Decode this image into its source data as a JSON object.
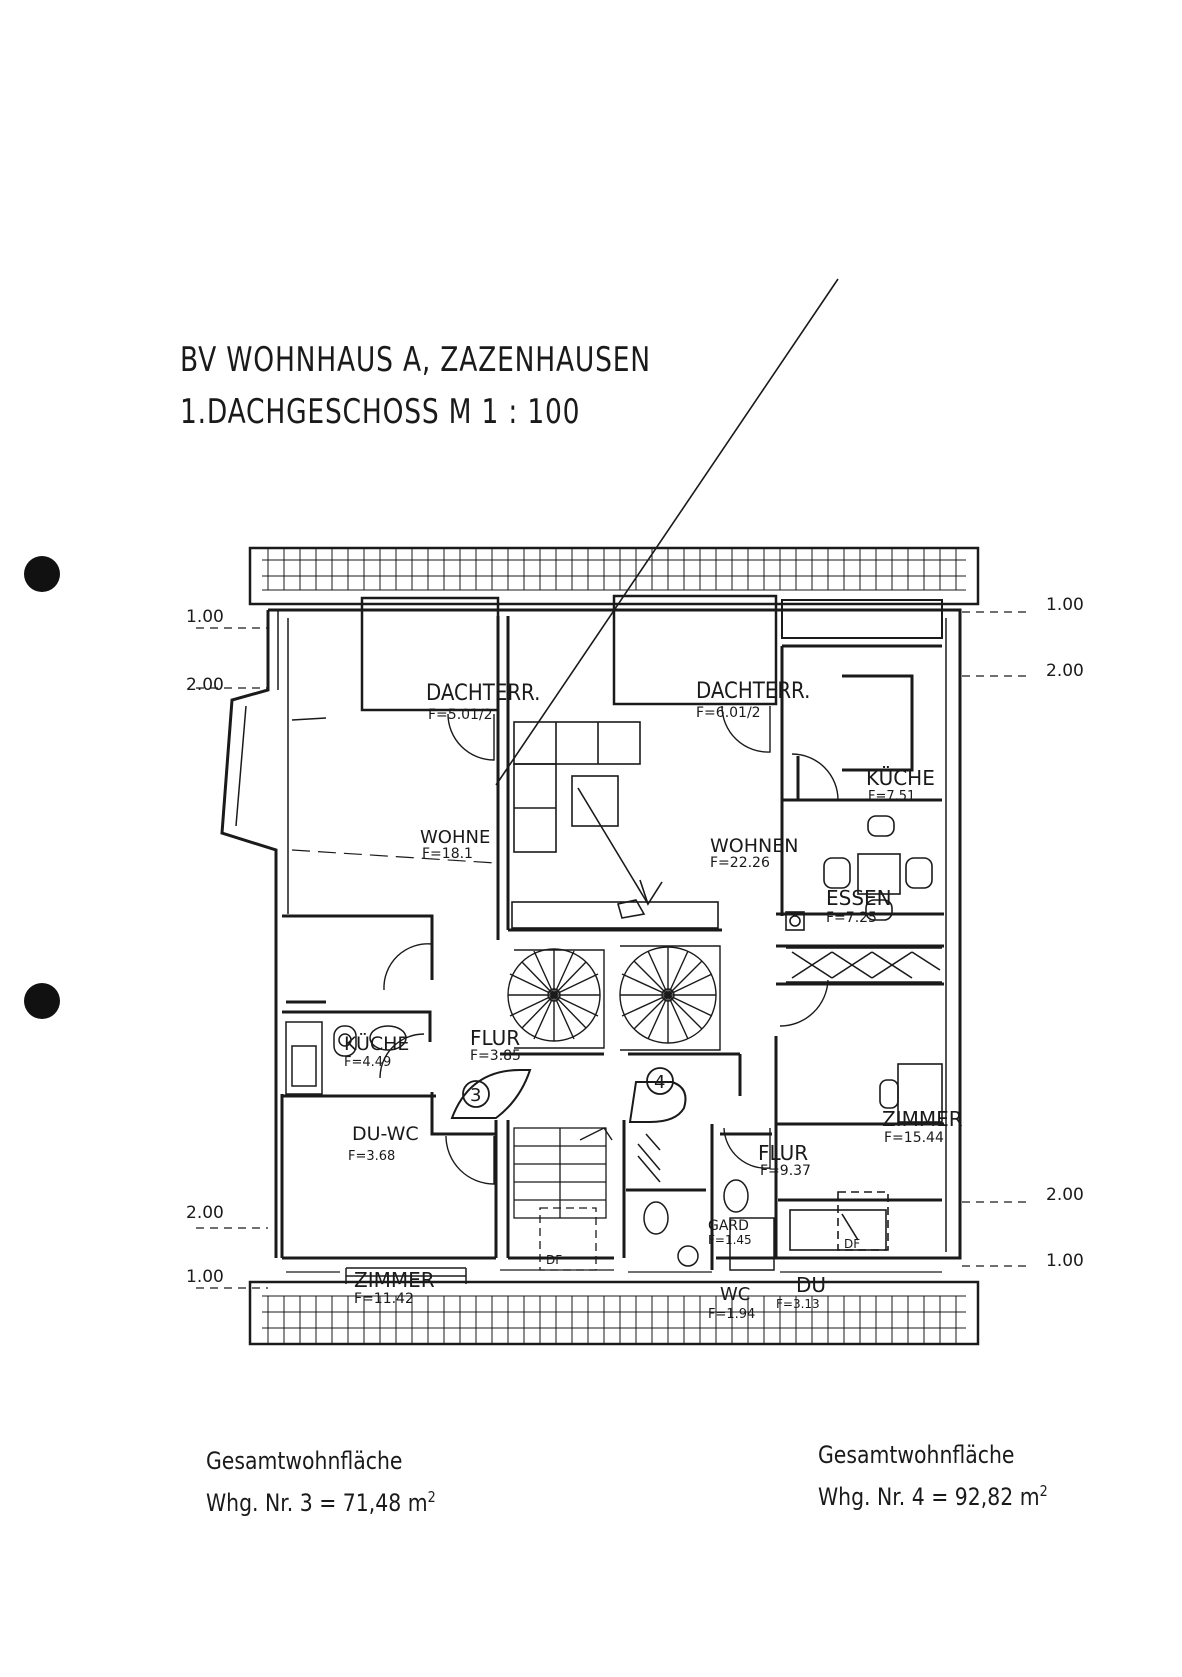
{
  "title": {
    "line1": "BV WOHNHAUS A, ZAZENHAUSEN",
    "line2": "1.DACHGESCHOSS  M 1 : 100"
  },
  "level_marks": {
    "left_top_100": "1.00",
    "left_top_200": "2.00",
    "left_bottom_200": "2.00",
    "left_bottom_100": "1.00",
    "right_top_100": "1.00",
    "right_top_200": "2.00",
    "right_bottom_200": "2.00",
    "right_bottom_100": "1.00"
  },
  "rooms": {
    "dachterr_left": {
      "name": "DACHTERR.",
      "area": "F=5.01/2"
    },
    "dachterr_right": {
      "name": "DACHTERR.",
      "area": "F=6.01/2"
    },
    "wohnen_left": {
      "name": "WOHNE",
      "area": "F=18.1"
    },
    "wohnen_right": {
      "name": "WOHNEN",
      "area": "F=22.26"
    },
    "kueche_right": {
      "name": "KÜCHE",
      "area": "F=7.51"
    },
    "essen": {
      "name": "ESSEN",
      "area": "F=7.25"
    },
    "kueche_left": {
      "name": "KÜCHE",
      "area": "F=4.49"
    },
    "flur_left": {
      "name": "FLUR",
      "area": "F=3.85"
    },
    "du_wc": {
      "name": "DU-WC",
      "area": "F=3.68"
    },
    "zimmer_right": {
      "name": "ZIMMER",
      "area": "F=15.44"
    },
    "flur_right": {
      "name": "FLUR",
      "area": "F=9.37"
    },
    "gard": {
      "name": "GARD",
      "area": "F=1.45"
    },
    "wc": {
      "name": "WC",
      "area": "F=1.94"
    },
    "du": {
      "name": "DU",
      "area": "F=3.13"
    },
    "zimmer_left": {
      "name": "ZIMMER",
      "area": "F=11.42"
    }
  },
  "unit_marks": {
    "unit3": "3",
    "unit4": "4"
  },
  "skylights": {
    "left": "DF",
    "right": "DF"
  },
  "totals": {
    "left": {
      "label": "Gesamtwohnfläche",
      "value": "Whg. Nr. 3 = 71,48 m",
      "unit_sup": "2"
    },
    "right": {
      "label": "Gesamtwohnfläche",
      "value": "Whg. Nr. 4 = 92,82 m",
      "unit_sup": "2"
    }
  },
  "colors": {
    "ink": "#1a1a1a",
    "paper": "#ffffff"
  }
}
